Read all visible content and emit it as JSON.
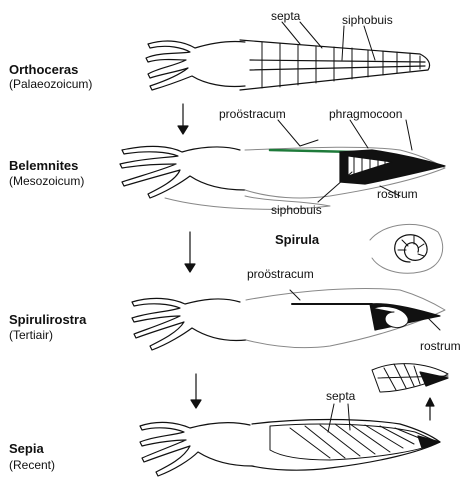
{
  "stages": [
    {
      "name": "Orthoceras",
      "era": "(Palaeozoicum)"
    },
    {
      "name": "Belemnites",
      "era": "(Mesozoicum)"
    },
    {
      "name": "Spirulirostra",
      "era": "(Tertiair)"
    },
    {
      "name": "Sepia",
      "era": "(Recent)"
    }
  ],
  "labels": {
    "septa_top": "septa",
    "siphobuis_top": "siphobuis",
    "proostracum_1": "proöstracum",
    "phragmocoon": "phragmocoon",
    "siphobuis_bel": "siphobuis",
    "rostrum_bel": "rostrum",
    "spirula": "Spirula",
    "proostracum_2": "proöstracum",
    "rostrum_spir": "rostrum",
    "septa_sepia": "septa"
  },
  "colors": {
    "ink": "#111111",
    "accent_green": "#1e7a3a",
    "gray": "#888888"
  }
}
